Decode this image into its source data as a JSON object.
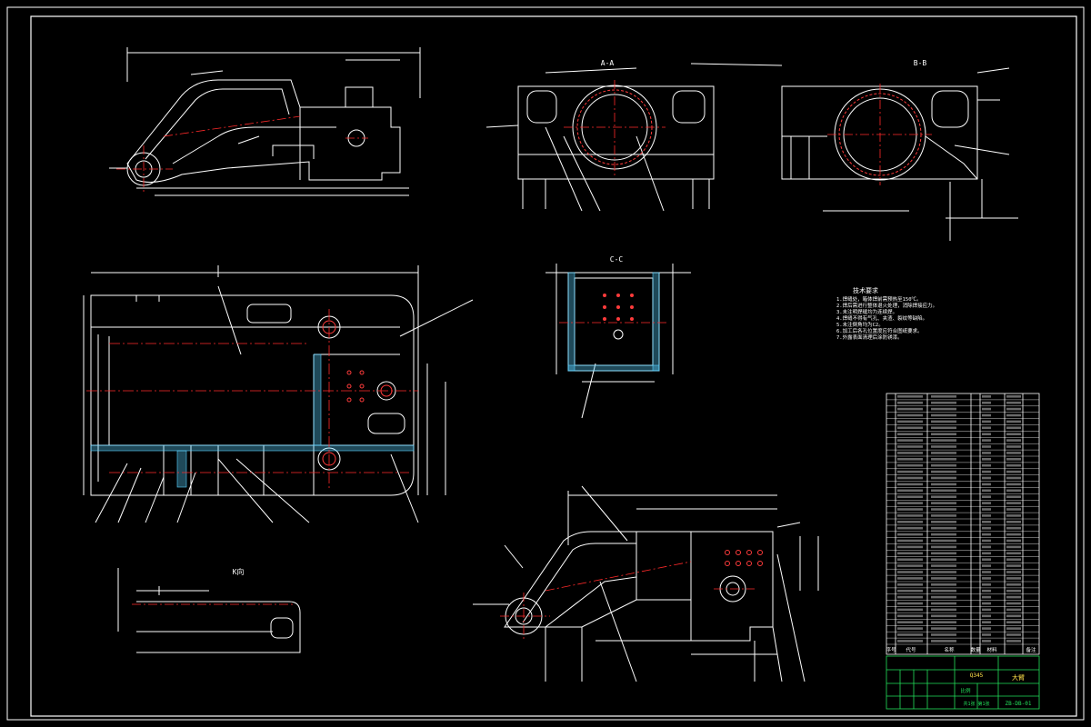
{
  "drawing": {
    "colors": {
      "background": "#000000",
      "outline": "#ffffff",
      "centerline": "#ff2a2a",
      "dimension": "#ffffff",
      "hatch": "#5ad1ff",
      "title_green": "#22e05a",
      "title_yellow": "#ffe14a",
      "holes": "#ff3b3b"
    },
    "section_labels": {
      "a_a": "A-A",
      "b_b": "B-B",
      "c_c": "C-C",
      "k": "K向"
    },
    "notes": {
      "title": "技术要求",
      "lines": [
        "1.焊缝处，箱体焊前需预热至150℃。",
        "2.焊后需进行整体退火处理，消除焊接应力。",
        "3.未注明焊缝均为连续焊。",
        "4.焊缝不得有气孔、夹渣、裂纹等缺陷。",
        "5.未注倒角均为C2。",
        "6.加工后各孔位置度应符合图纸要求。",
        "7.外露表面清理后涂防锈漆。"
      ]
    },
    "title_block": {
      "part_name": "大臂",
      "scale_label": "比例",
      "drawing_no": "ZB-DB-01",
      "sheet_info": "共1张 第1张",
      "material": "Q345"
    },
    "bom_columns": [
      "序号",
      "代号",
      "名称",
      "数量",
      "材料",
      "备注"
    ]
  }
}
